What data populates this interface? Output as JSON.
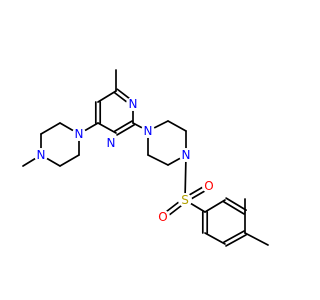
{
  "molecule": {
    "colors": {
      "bond": "#000000",
      "nitrogen": "#0000ff",
      "sulfur": "#b3a100",
      "oxygen": "#ff0000",
      "background": "#ffffff"
    },
    "atoms": {
      "n_methylpip_n1": {
        "symbol": "N",
        "element": "nitrogen"
      },
      "n_methylpip_n4": {
        "symbol": "N",
        "element": "nitrogen"
      },
      "n_pyrimidine_n1": {
        "symbol": "N",
        "element": "nitrogen"
      },
      "n_pyrimidine_n3": {
        "symbol": "N",
        "element": "nitrogen"
      },
      "n_pip_n1": {
        "symbol": "N",
        "element": "nitrogen"
      },
      "n_pip_n4": {
        "symbol": "N",
        "element": "nitrogen"
      },
      "s_sulfonyl": {
        "symbol": "S",
        "element": "sulfur"
      },
      "o_sulfonyl_1": {
        "symbol": "O",
        "element": "oxygen"
      },
      "o_sulfonyl_2": {
        "symbol": "O",
        "element": "oxygen"
      }
    }
  }
}
